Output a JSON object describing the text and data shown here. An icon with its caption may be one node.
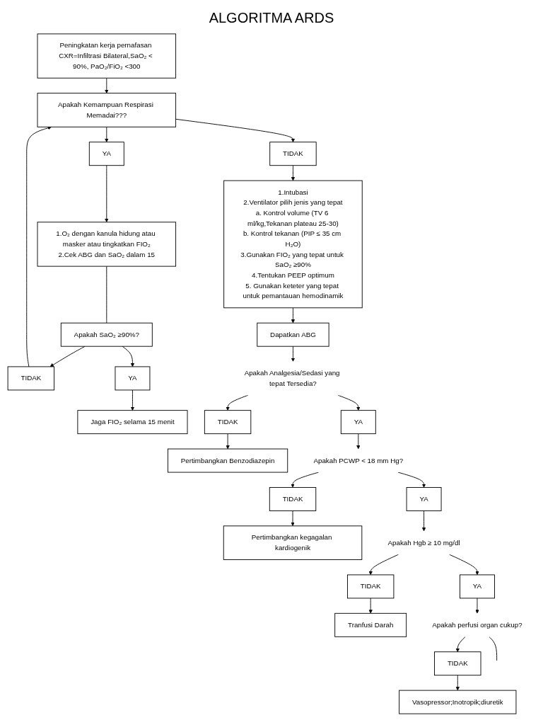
{
  "diagram": {
    "title": "ALGORITMA ARDS",
    "nodes": [
      {
        "text": [
          "Peningkatan kerja pernafasan CXR=Infiltrasi Bilateral,SaO₂ < 90%, PaO₂/FiO₂ <300"
        ]
      },
      {
        "text": [
          "Apakah Kemampuan Respirasi Memadai???"
        ]
      },
      {
        "text": [
          "TIDAK"
        ]
      },
      {
        "text": [
          "YA"
        ]
      },
      {
        "text": [
          "1.Intubasi",
          "2.Ventilator pilih jenis yang tepat",
          "a. Kontrol volume (TV 6 ml/kg,Tekanan plateau 25-30)",
          "b. Kontrol tekanan (PIP ≤ 35 cm H₂O)",
          "3.Gunakan FIO₂ yang tepat untuk SaO₂ ≥90%",
          "4.Tentukan PEEP optimum",
          "5. Gunakan keteter yang tepat untuk pemantauan hemodinamik"
        ]
      },
      {
        "text": [
          "1.O₂ dengan kanula hidung atau masker atau tingkatkan FIO₂",
          "2.Cek ABG dan SaO₂ dalam 15"
        ]
      },
      {
        "text": [
          "Apakah SaO₂ ≥90%?"
        ]
      },
      {
        "text": [
          "TIDAK"
        ]
      },
      {
        "text": [
          "YA"
        ]
      },
      {
        "text": [
          "Jaga FIO₂ selama 15 menit"
        ]
      },
      {
        "text": [
          "Dapatkan ABG"
        ]
      },
      {
        "text": [
          "Apakah Analgesia/Sedasi yang tepat Tersedia?"
        ]
      },
      {
        "text": [
          "TIDAK"
        ]
      },
      {
        "text": [
          "Pertimbangkan Benzodiazepin"
        ]
      },
      {
        "text": [
          "YA"
        ]
      },
      {
        "text": [
          "Apakah PCWP < 18 mm Hg?"
        ]
      },
      {
        "text": [
          "TIDAK"
        ]
      },
      {
        "text": [
          "Pertimbangkan kegagalan kardiogenik"
        ]
      },
      {
        "text": [
          "YA"
        ]
      },
      {
        "text": [
          "Apakah Hgb ≥ 10 mg/dl"
        ]
      },
      {
        "text": [
          "TIDAK"
        ]
      },
      {
        "text": [
          "Tranfusi Darah"
        ]
      },
      {
        "text": [
          "YA"
        ]
      },
      {
        "text": [
          "Apakah perfusi organ cukup?"
        ]
      },
      {
        "text": [
          "TIDAK"
        ]
      },
      {
        "text": [
          "Vasopressor;Inotropik;diuretik"
        ]
      }
    ],
    "edges": [
      {
        "from": 0,
        "to": 1,
        "arrow": "to"
      },
      {
        "from": 1,
        "to": 2,
        "arrow": "to"
      },
      {
        "from": 1,
        "to": 3,
        "arrow": "to"
      },
      {
        "from": 2,
        "to": 4,
        "arrow": "to"
      },
      {
        "from": 3,
        "to": 5,
        "arrow": "to"
      },
      {
        "from": 5,
        "to": 6,
        "arrow": "none"
      },
      {
        "from": 6,
        "to": 7,
        "arrow": "to"
      },
      {
        "from": 7,
        "to": 1,
        "arrow": "to"
      },
      {
        "from": 6,
        "to": 8,
        "arrow": "to"
      },
      {
        "from": 8,
        "to": 9,
        "arrow": "to"
      },
      {
        "from": 4,
        "to": 10,
        "arrow": "to"
      },
      {
        "from": 10,
        "to": 11,
        "arrow": "to"
      },
      {
        "from": 11,
        "to": 12,
        "arrow": "to"
      },
      {
        "from": 12,
        "to": 13,
        "arrow": "to"
      },
      {
        "from": 11,
        "to": 14,
        "arrow": "to"
      },
      {
        "from": 14,
        "to": 15,
        "arrow": "to"
      },
      {
        "from": 15,
        "to": 16,
        "arrow": "to"
      },
      {
        "from": 16,
        "to": 17,
        "arrow": "to"
      },
      {
        "from": 15,
        "to": 18,
        "arrow": "to"
      },
      {
        "from": 18,
        "to": 19,
        "arrow": "to"
      },
      {
        "from": 19,
        "to": 20,
        "arrow": "to"
      },
      {
        "from": 20,
        "to": 21,
        "arrow": "to"
      },
      {
        "from": 19,
        "to": 22,
        "arrow": "to"
      },
      {
        "from": 22,
        "to": 23,
        "arrow": "to"
      },
      {
        "from": 23,
        "to": 24,
        "arrow": "to"
      },
      {
        "from": 24,
        "to": 25,
        "arrow": "to"
      },
      {
        "from": 23,
        "to": null,
        "arrow": "none"
      }
    ]
  }
}
